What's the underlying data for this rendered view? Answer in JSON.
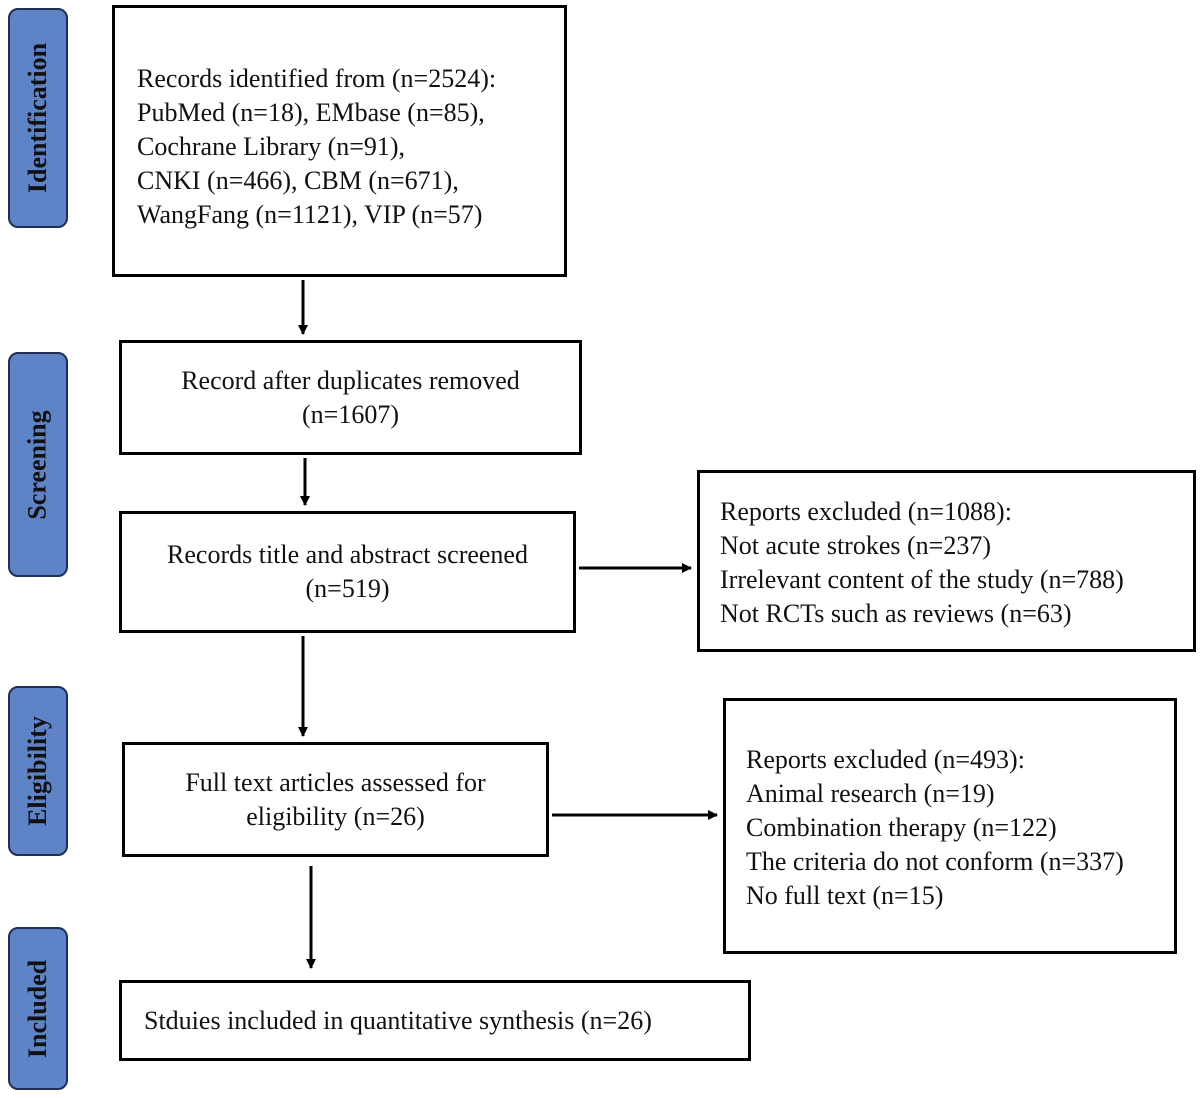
{
  "stages": {
    "identification": "Identification",
    "screening": "Screening",
    "eligibility": "Eligibility",
    "included": "Included"
  },
  "boxes": {
    "identified": {
      "lines": [
        "Records identified from (n=2524):",
        "PubMed (n=18), EMbase (n=85),",
        "Cochrane Library (n=91),",
        "CNKI (n=466), CBM (n=671),",
        "WangFang (n=1121), VIP (n=57)"
      ]
    },
    "duplicates_removed": {
      "lines": [
        "Record after duplicates removed",
        "(n=1607)"
      ]
    },
    "screened": {
      "lines": [
        "Records title and abstract screened",
        "(n=519)"
      ]
    },
    "excluded_screening": {
      "lines": [
        "Reports excluded (n=1088):",
        "Not acute strokes (n=237)",
        "Irrelevant content of the study (n=788)",
        "Not RCTs such as reviews (n=63)"
      ]
    },
    "full_text": {
      "lines": [
        "Full text articles assessed for",
        "eligibility (n=26)"
      ]
    },
    "excluded_eligibility": {
      "lines": [
        "Reports excluded (n=493):",
        "Animal research (n=19)",
        "Combination therapy (n=122)",
        "The criteria do not conform (n=337)",
        "No full text (n=15)"
      ]
    },
    "included": {
      "lines": [
        "Stduies included in quantitative synthesis (n=26)"
      ]
    }
  },
  "colors": {
    "stage_fill": "#5f83c7",
    "stage_border": "#1f2f55",
    "box_border": "#000000",
    "arrow": "#000000"
  }
}
